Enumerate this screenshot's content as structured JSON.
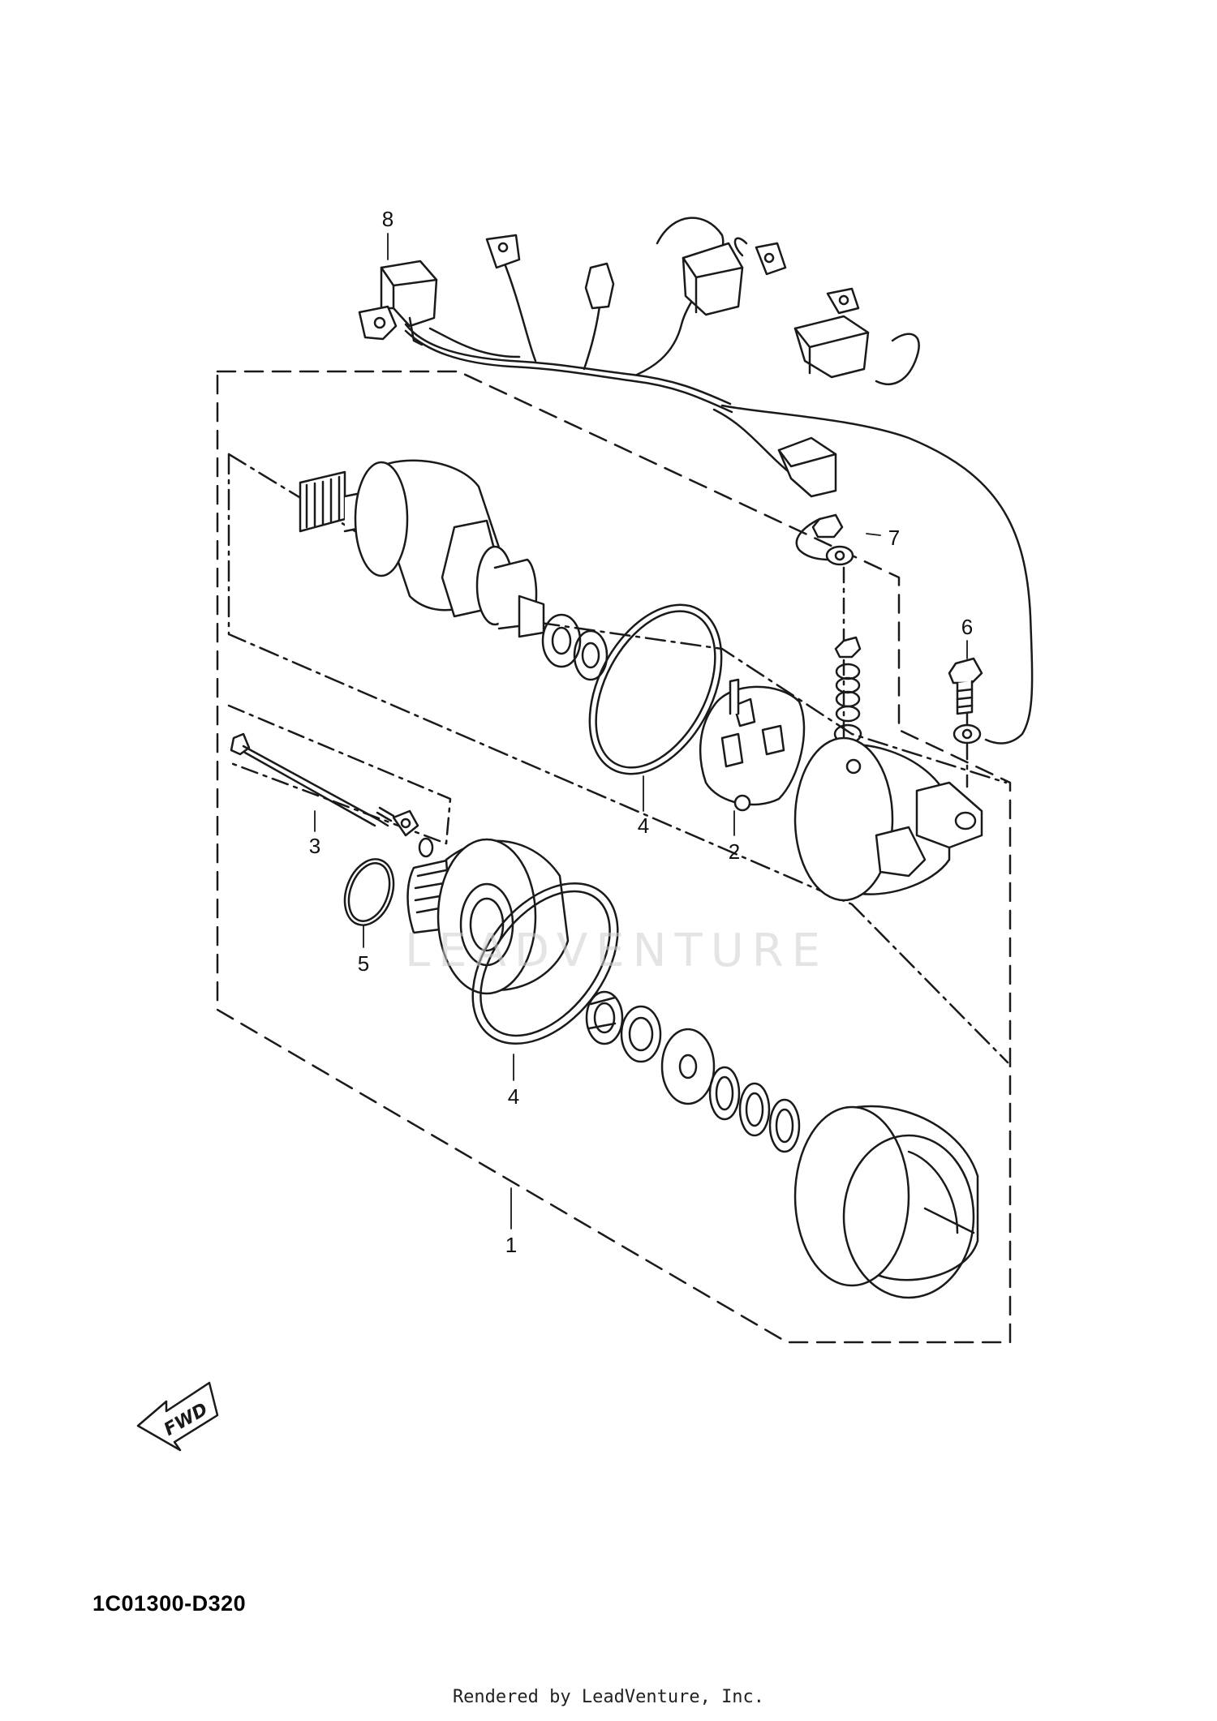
{
  "diagram": {
    "callouts": [
      {
        "id": "8",
        "text": "8"
      },
      {
        "id": "7",
        "text": "7"
      },
      {
        "id": "6",
        "text": "6"
      },
      {
        "id": "4a",
        "text": "4"
      },
      {
        "id": "2",
        "text": "2"
      },
      {
        "id": "3",
        "text": "3"
      },
      {
        "id": "5",
        "text": "5"
      },
      {
        "id": "4b",
        "text": "4"
      },
      {
        "id": "1",
        "text": "1"
      }
    ],
    "fwd_label": "FWD",
    "part_code": "1C01300-D320",
    "credit": "Rendered by LeadVenture, Inc.",
    "watermark": "LEADVENTURE"
  },
  "colors": {
    "line": "#1a1a1a",
    "watermark": "#cfcfcf"
  }
}
